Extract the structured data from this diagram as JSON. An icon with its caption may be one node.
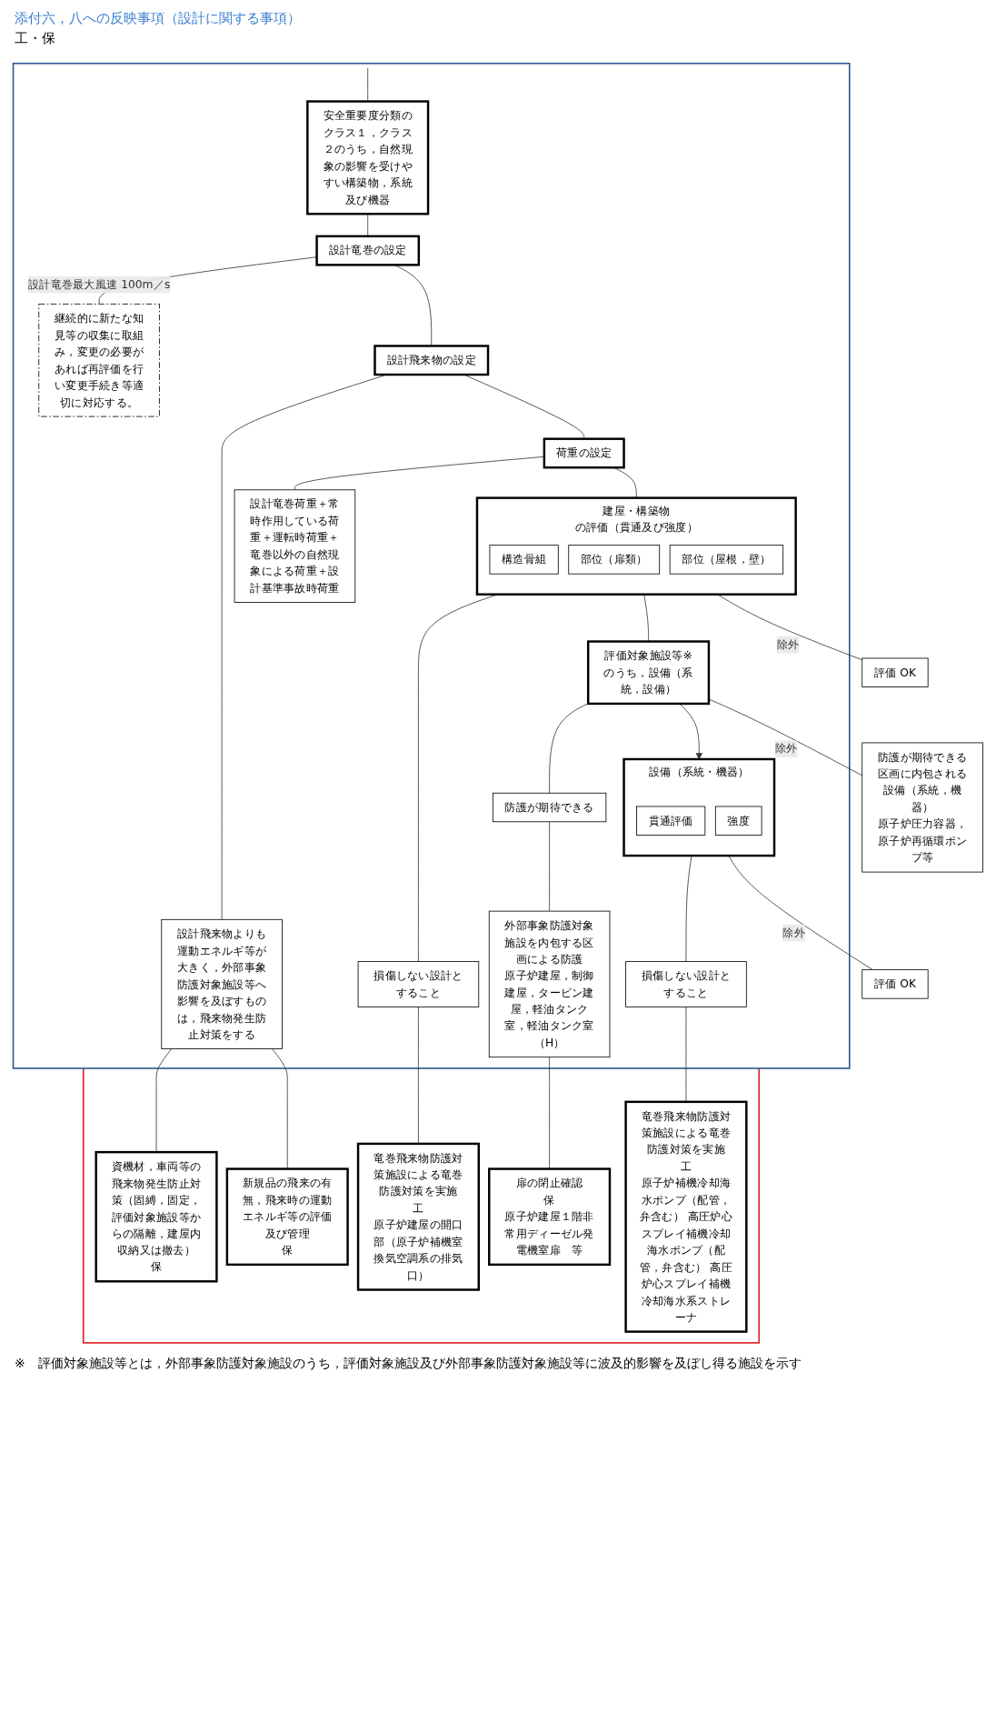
{
  "diagram": {
    "nodes": [
      {
        "text": [],
        "shape": "box"
      },
      {
        "text": [],
        "shape": "box"
      },
      {
        "text": [
          "安全重要度分類のクラス１，クラス２のうち，自然現象の影響を受けやすい構築物，系統及び機器"
        ],
        "in": 0
      },
      {
        "text": [
          "設計竜巻の設定"
        ],
        "in": 0
      },
      {
        "text": [
          "継続的に新たな知見等の収集に取組み，変更の必要があれば再評価を行い変更手続き等適切に対応する。"
        ],
        "in": 0
      },
      {
        "text": [
          "設計飛来物の設定"
        ],
        "in": 0
      },
      {
        "text": [
          "設計飛来物よりも運動エネルギ等が大きく，外部事象防護対象施設等へ影響を及ぼすものは，飛来物発生防止対策をする"
        ],
        "in": 0
      },
      {
        "text": [
          "資機材，車両等の飛来物発生防止対策（固縛，固定，評価対象施設等からの隔離，建屋内収納又は撤去）",
          "保"
        ],
        "in": 1
      },
      {
        "text": [
          "新規品の飛来の有無，飛来時の運動エネルギ等の評価及び管理",
          "保"
        ],
        "in": 1
      },
      {
        "text": [
          "荷重の設定"
        ],
        "in": 0
      },
      {
        "text": [
          "設計竜巻荷重＋常時作用している荷重＋運転時荷重＋竜巻以外の自然現象による荷重＋設計基準事故時荷重"
        ],
        "in": 0
      },
      {
        "text": [
          "建屋・構築物",
          "の評価（貫通及び強度）"
        ],
        "in": 0
      },
      {
        "text": [
          "構造骨組"
        ],
        "in": 11
      },
      {
        "text": [
          "部位（扉類）"
        ],
        "in": 11
      },
      {
        "text": [
          "部位（屋根，壁）"
        ],
        "in": 11
      },
      {
        "text": [
          "損傷しない設計とすること"
        ],
        "in": 0
      },
      {
        "text": [
          "竜巻飛来物防護対策施設による竜巻防護対策を実施",
          "工",
          "原子炉建屋の開口部（原子炉補機室換気空調系の排気口）"
        ],
        "in": 1
      },
      {
        "text": [
          "評価 OK"
        ]
      },
      {
        "text": [
          "評価対象施設等※のうち，設備（系統，設備）"
        ],
        "in": 0
      },
      {
        "text": [
          "防護が期待できる"
        ],
        "in": 0
      },
      {
        "text": [
          "外部事象防護対象施設を内包する区画による防護",
          "原子炉建屋，制御建屋，タービン建屋，軽油タンク室，軽油タンク室（H）"
        ],
        "in": 0
      },
      {
        "text": [
          "扉の閉止確認",
          "保",
          "原子炉建屋１階非常用ディーゼル発電機室扉　等"
        ],
        "in": 1
      },
      {
        "text": [
          "防護が期待できる区画に内包される設備（系統，機器）",
          "原子炉圧力容器，原子炉再循環ポンプ等"
        ]
      },
      {
        "text": [
          "設備（系統・機器）"
        ],
        "in": 0
      },
      {
        "text": [
          "貫通評価"
        ],
        "in": 23
      },
      {
        "text": [
          "強度"
        ],
        "in": 23
      },
      {
        "text": [
          "損傷しない設計とすること"
        ],
        "in": 0
      },
      {
        "text": [
          "竜巻飛来物防護対策施設による竜巻防護対策を実施",
          "工",
          "原子炉補機冷却海水ポンプ（配管，弁含む） 高圧炉心スプレイ補機冷却海水ポンプ（配管，弁含む） 高圧炉心スプレイ補機冷却海水系ストレーナ"
        ],
        "in": 1
      },
      {
        "text": [
          "評価 OK"
        ]
      }
    ],
    "edges": [
      {
        "from": null,
        "to": 2,
        "arrow": "none"
      },
      {
        "from": 2,
        "to": 3,
        "arrow": "none"
      },
      {
        "from": 3,
        "to": 4,
        "arrow": "none",
        "label": "設計竜巻最大風速 100m／s"
      },
      {
        "from": 3,
        "to": 5,
        "arrow": "none"
      },
      {
        "from": 5,
        "to": 6,
        "arrow": "none"
      },
      {
        "from": 6,
        "to": 7,
        "arrow": "none"
      },
      {
        "from": 6,
        "to": 8,
        "arrow": "none"
      },
      {
        "from": 5,
        "to": 9,
        "arrow": "none"
      },
      {
        "from": 9,
        "to": 10,
        "arrow": "none"
      },
      {
        "from": 9,
        "to": 11,
        "arrow": "none"
      },
      {
        "from": 11,
        "to": 15,
        "arrow": "none"
      },
      {
        "from": 15,
        "to": 16,
        "arrow": "none"
      },
      {
        "from": 11,
        "to": 17,
        "arrow": "none",
        "label": "除外"
      },
      {
        "from": 11,
        "to": 18,
        "arrow": "none"
      },
      {
        "from": 18,
        "to": 19,
        "arrow": "none"
      },
      {
        "from": 19,
        "to": 20,
        "arrow": "none"
      },
      {
        "from": 20,
        "to": 21,
        "arrow": "none"
      },
      {
        "from": 18,
        "to": 22,
        "arrow": "none",
        "label": "除外"
      },
      {
        "from": 18,
        "to": 23,
        "arrow": "to"
      },
      {
        "from": 23,
        "to": 26,
        "arrow": "none"
      },
      {
        "from": 26,
        "to": 27,
        "arrow": "none"
      },
      {
        "from": 23,
        "to": 28,
        "arrow": "none",
        "label": "除外"
      }
    ],
    "labels": [
      "添付六，八への反映事項（設計に関する事項）",
      "工・保",
      "※　評価対象施設等とは，外部事象防護対象施設のうち，評価対象施設及び外部事象防護対象施設等に波及的影響を及ぼし得る施設を示す"
    ]
  }
}
